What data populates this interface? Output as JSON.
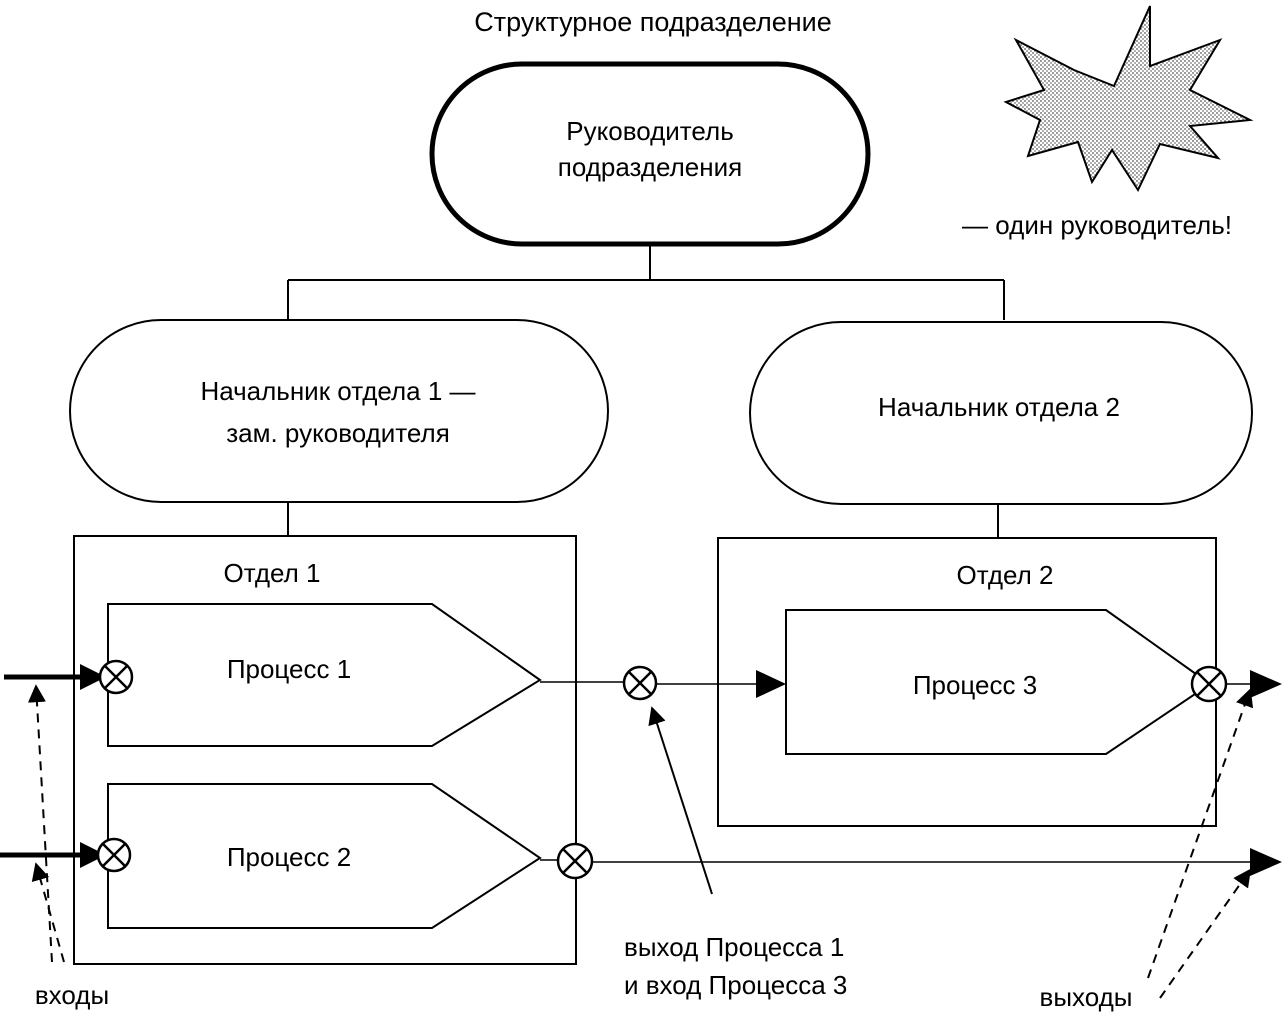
{
  "diagram": {
    "unit_title": "Структурное подразделение",
    "head": "Руководитель подразделения",
    "head_line1": "Руководитель",
    "head_line2": "подразделения",
    "one_head_note": "— один руководитель!",
    "dept1_head_line1": "Начальник отдела 1 —",
    "dept1_head_line2": "зам. руководителя",
    "dept2_head": "Начальник отдела 2",
    "dept1": "Отдел 1",
    "dept2": "Отдел 2",
    "process1": "Процесс 1",
    "process2": "Процесс 2",
    "process3": "Процесс 3",
    "link_note_line1": "выход Процесса 1",
    "link_note_line2": "и вход Процесса 3",
    "inputs": "входы",
    "outputs": "выходы"
  }
}
